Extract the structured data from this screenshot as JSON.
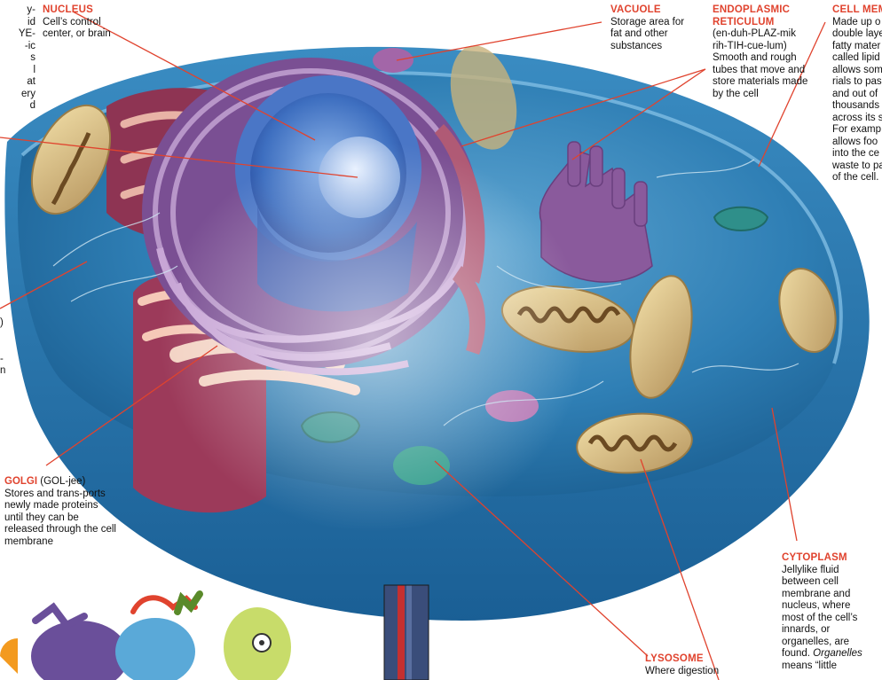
{
  "labels": {
    "nucleus": {
      "title": "NUCLEUS",
      "desc": "Cell’s control center, or brain"
    },
    "vacuole": {
      "title": "VACUOLE",
      "desc": "Storage area for fat and other substances"
    },
    "endoplasmic_reticulum": {
      "title_line1": "ENDOPLASMIC",
      "title_line2": "RETICULUM",
      "desc": "(en-duh-PLAZ-mik rih-TIH-cue-lum) Smooth and rough tubes that move and store materials made by the cell"
    },
    "cell_membrane": {
      "title": "CELL MEM",
      "lines": [
        "Made up o",
        "double laye",
        "fatty mater",
        "called lipid",
        "allows som",
        "rials to pas",
        "and out of",
        "thousands",
        "across its s",
        "For examp",
        "allows foo",
        "into the ce",
        "waste to pa",
        "of the cell."
      ]
    },
    "golgi": {
      "title": "GOLGI",
      "pron": " (GOL-jee)",
      "desc": "Stores and trans-ports newly made proteins until they can be released through the cell membrane"
    },
    "cytoplasm": {
      "title": "CYTOPLASM",
      "desc_before": "Jellylike fluid between cell membrane and nucleus, where most of the cell’s innards, or organelles, are found. ",
      "desc_em": "Organelles",
      "desc_after": " means “little"
    },
    "lysosome": {
      "title": "LYSOSOME",
      "desc": "Where digestion"
    },
    "left_cut_top": [
      "y-",
      "id",
      "YE-",
      "-ic",
      "s",
      "l",
      "at",
      "ery",
      "d"
    ],
    "left_cut_mid": [
      ")",
      "",
      "",
      "-",
      "n"
    ]
  },
  "colors": {
    "label_title": "#e0432e",
    "leader_line": "#e0432e",
    "cytoplasm_blue": "#2b7fb6",
    "membrane_blue": "#1e6fa6",
    "nucleus_blue": "#2f5fae",
    "er_purple": "#8a5a9c",
    "golgi_pink": "#9c3a5a",
    "mitochondria_tan": "#cdb27a"
  }
}
